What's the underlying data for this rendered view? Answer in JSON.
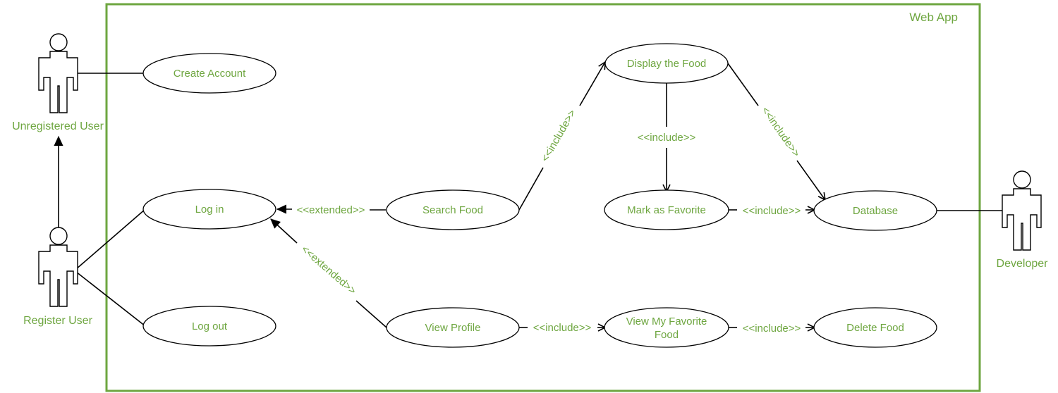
{
  "system": {
    "title": "Web App"
  },
  "actors": {
    "unregistered": "Unregistered User",
    "registered": "Register User",
    "developer": "Developer"
  },
  "use_cases": {
    "create_account": "Create Account",
    "log_in": "Log in",
    "log_out": "Log out",
    "search_food": "Search Food",
    "view_profile": "View Profile",
    "display_food": "Display the Food",
    "mark_favorite": "Mark as Favorite",
    "view_favorite_line1": "View My Favorite",
    "view_favorite_line2": "Food",
    "database": "Database",
    "delete_food": "Delete Food"
  },
  "relations": {
    "extended_search": "<<extended>>",
    "extended_profile": "<<extended>>",
    "include_display": "<<include>>",
    "include_mark": "<<include>>",
    "include_db": "<<include>>",
    "include_mark_db": "<<include>>",
    "include_profile_fav": "<<include>>",
    "include_fav_delete": "<<include>>"
  },
  "colors": {
    "accent": "#6ea640",
    "line": "#000000"
  }
}
